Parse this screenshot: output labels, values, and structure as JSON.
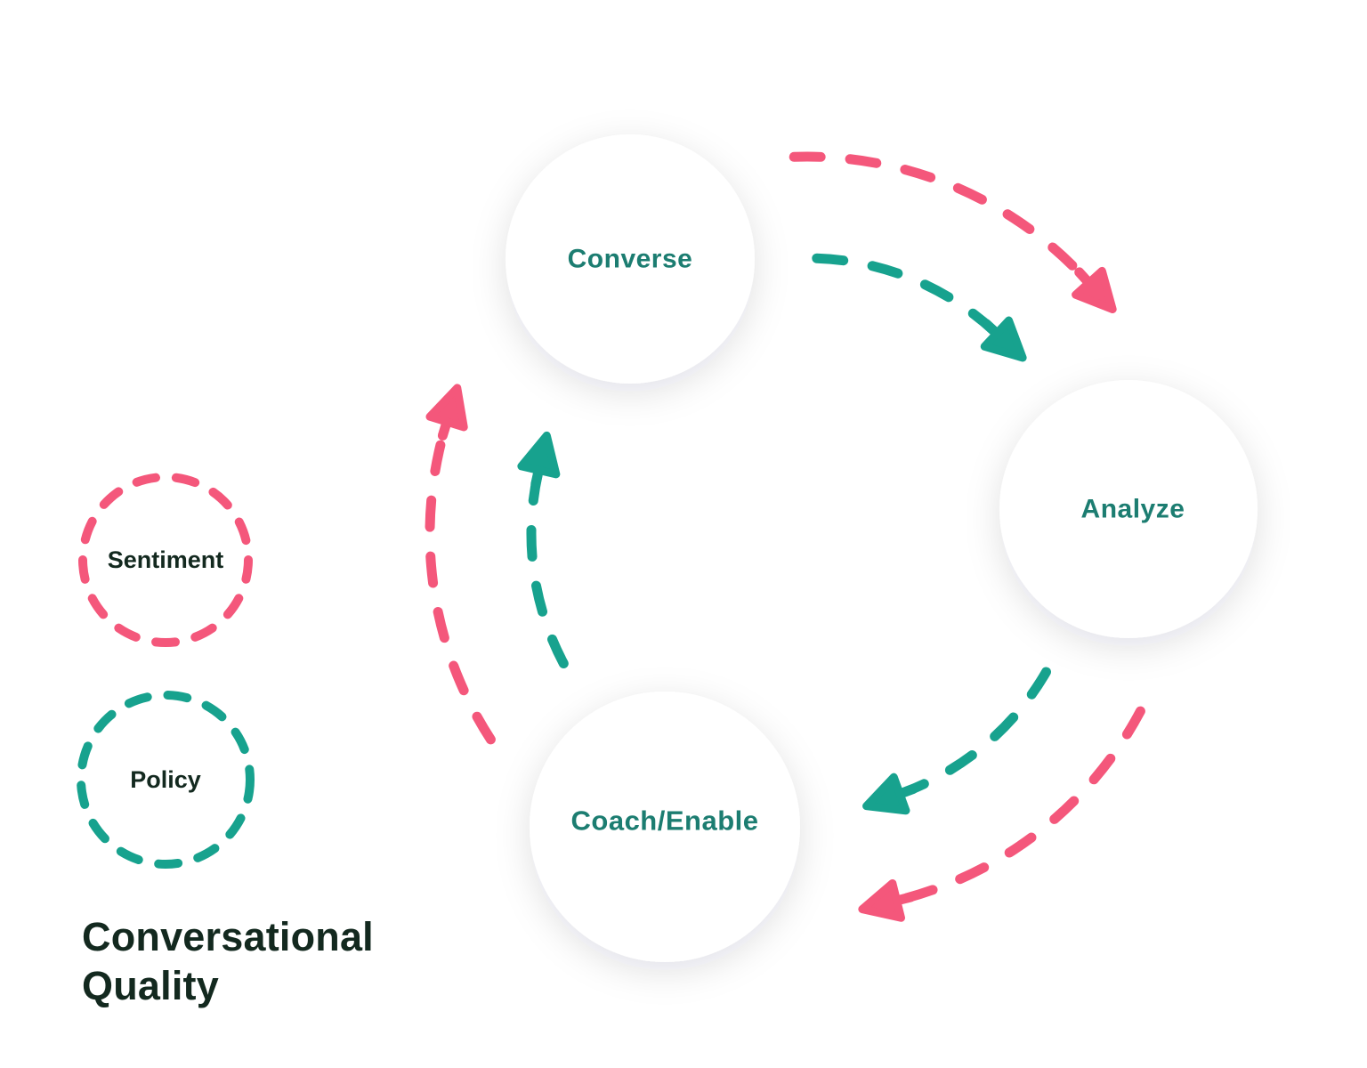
{
  "title": {
    "lines": [
      "Conversational",
      "Quality"
    ]
  },
  "nodes": [
    {
      "id": "converse",
      "label": "Converse"
    },
    {
      "id": "analyze",
      "label": "Analyze"
    },
    {
      "id": "coach-enable",
      "label": "Coach/Enable"
    }
  ],
  "legend": [
    {
      "id": "sentiment",
      "label": "Sentiment",
      "color": "#F4577B"
    },
    {
      "id": "policy",
      "label": "Policy",
      "color": "#17A28E"
    }
  ],
  "colors": {
    "sentiment_pink": "#F4577B",
    "policy_teal": "#17A28E",
    "node_label_teal": "#1C7D71",
    "heading_dark": "#13291F",
    "node_fill": "#FFFFFF",
    "background": "#FFFFFF"
  }
}
